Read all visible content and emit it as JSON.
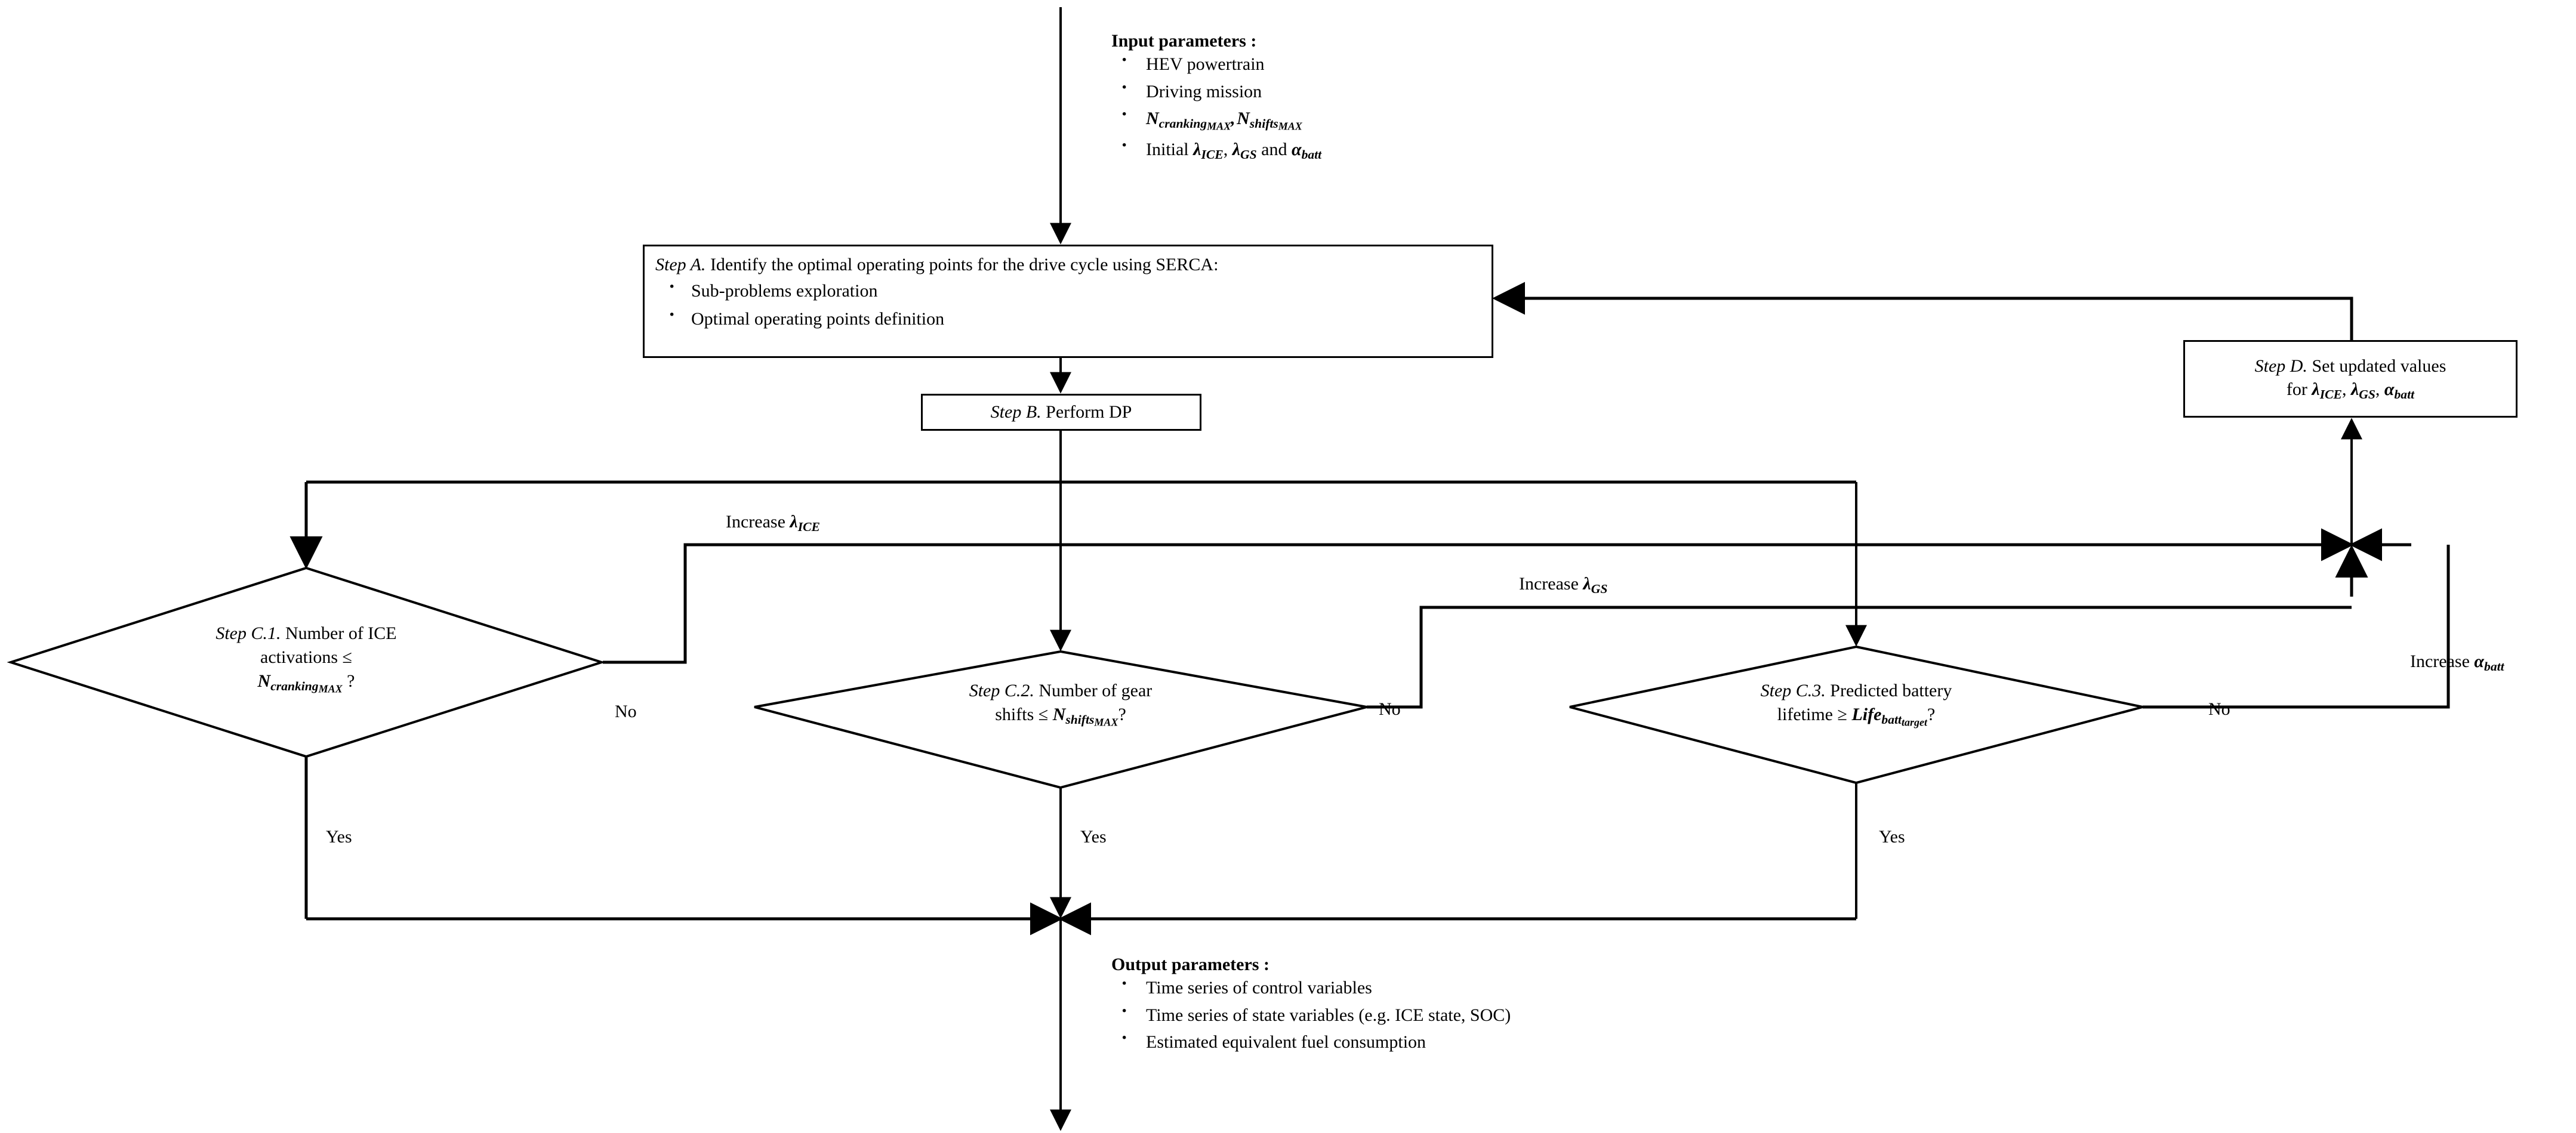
{
  "diagram": {
    "title": "HEV energy-management optimization flowchart",
    "type": "flowchart",
    "stroke_color": "#000000",
    "background_color": "#ffffff"
  },
  "input_parameters": {
    "heading": "Input parameters :",
    "items": [
      "HEV powertrain",
      "Driving mission",
      "N_crankingMAX , N_shiftsMAX",
      "Initial λ_ICE , λ_GS and α_batt"
    ]
  },
  "step_a": {
    "label": "Step A.",
    "title": "Identify the optimal operating points for the drive cycle using SERCA:",
    "items": [
      "Sub-problems exploration",
      "Optimal operating points definition"
    ]
  },
  "step_b": {
    "label": "Step B.",
    "text": "Perform DP"
  },
  "step_d": {
    "label": "Step D.",
    "line1": "Set updated values",
    "line2_prefix": "for ",
    "line2_symbols": "λ_ICE, λ_GS, α_batt"
  },
  "decisions": [
    {
      "id": "c1",
      "label": "Step C.1.",
      "line1": "Number of ICE",
      "line2": "activations ≤",
      "line3": "N_crankingMAX ?",
      "yes_label": "Yes",
      "no_label": "No",
      "no_action": "Increase λ_ICE"
    },
    {
      "id": "c2",
      "label": "Step C.2.",
      "line1": "Number of gear",
      "line2": "shifts ≤ N_shiftsMAX ?",
      "yes_label": "Yes",
      "no_label": "No",
      "no_action": "Increase λ_GS"
    },
    {
      "id": "c3",
      "label": "Step C.3.",
      "line1": "Predicted battery",
      "line2": "lifetime ≥ Life_batt_target ?",
      "yes_label": "Yes",
      "no_label": "No",
      "no_action": "Increase α_batt"
    }
  ],
  "edge_labels": {
    "increase_lambda_ice": "Increase",
    "increase_lambda_gs": "Increase",
    "increase_alpha_batt": "Increase",
    "yes": "Yes",
    "no": "No"
  },
  "output_parameters": {
    "heading": "Output parameters :",
    "items": [
      "Time series of control variables",
      "Time series of state variables (e.g. ICE state, SOC)",
      "Estimated equivalent fuel consumption"
    ]
  }
}
